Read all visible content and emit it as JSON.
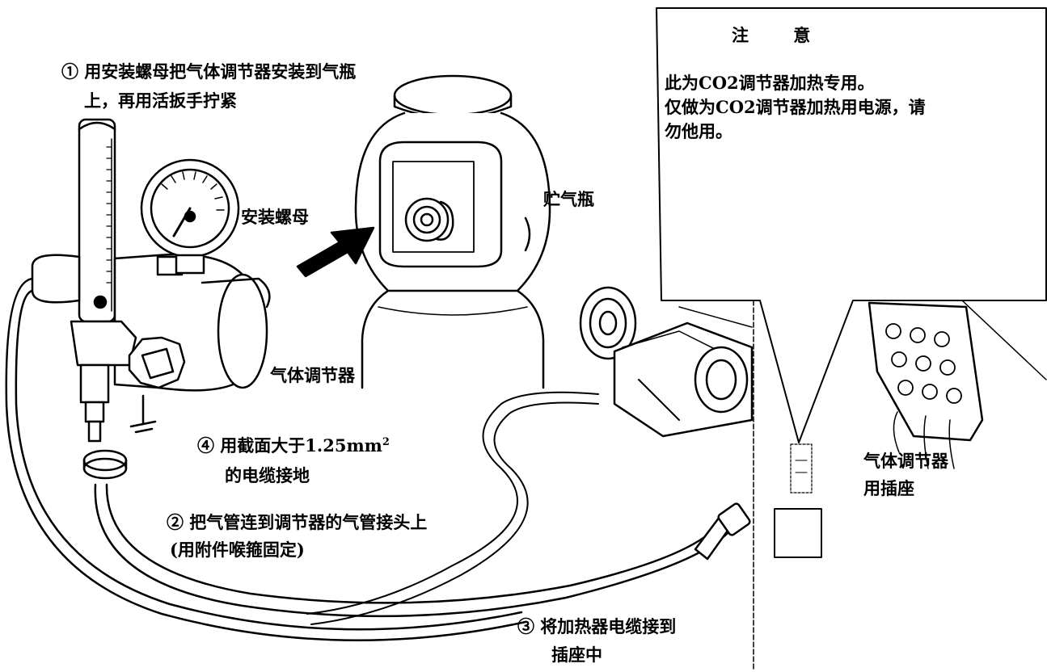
{
  "notice": {
    "title": "注 意",
    "lines": [
      "此为CO2调节器加热专用。",
      "仅做为CO2调节器加热用电源，请",
      "勿他用。"
    ]
  },
  "steps": {
    "step1_line1": "① 用安装螺母把气体调节器安装到气瓶",
    "step1_line2": "上，再用活扳手拧紧",
    "step2_line1": "② 把气管连到调节器的气管接头上",
    "step2_line2": "(用附件喉箍固定)",
    "step3_line1": "③ 将加热器电缆接到",
    "step3_line2": "插座中",
    "step4_line1_main": "④ 用截面大于1.25mm",
    "step4_line1_sup": "2",
    "step4_line2": "的电缆接地"
  },
  "parts": {
    "nut": "安装螺母",
    "cylinder": "贮气瓶",
    "regulator": "气体调节器",
    "socket_line1": "气体调节器",
    "socket_line2": "用插座"
  },
  "colors": {
    "ink": "#000000",
    "paper": "#ffffff"
  }
}
